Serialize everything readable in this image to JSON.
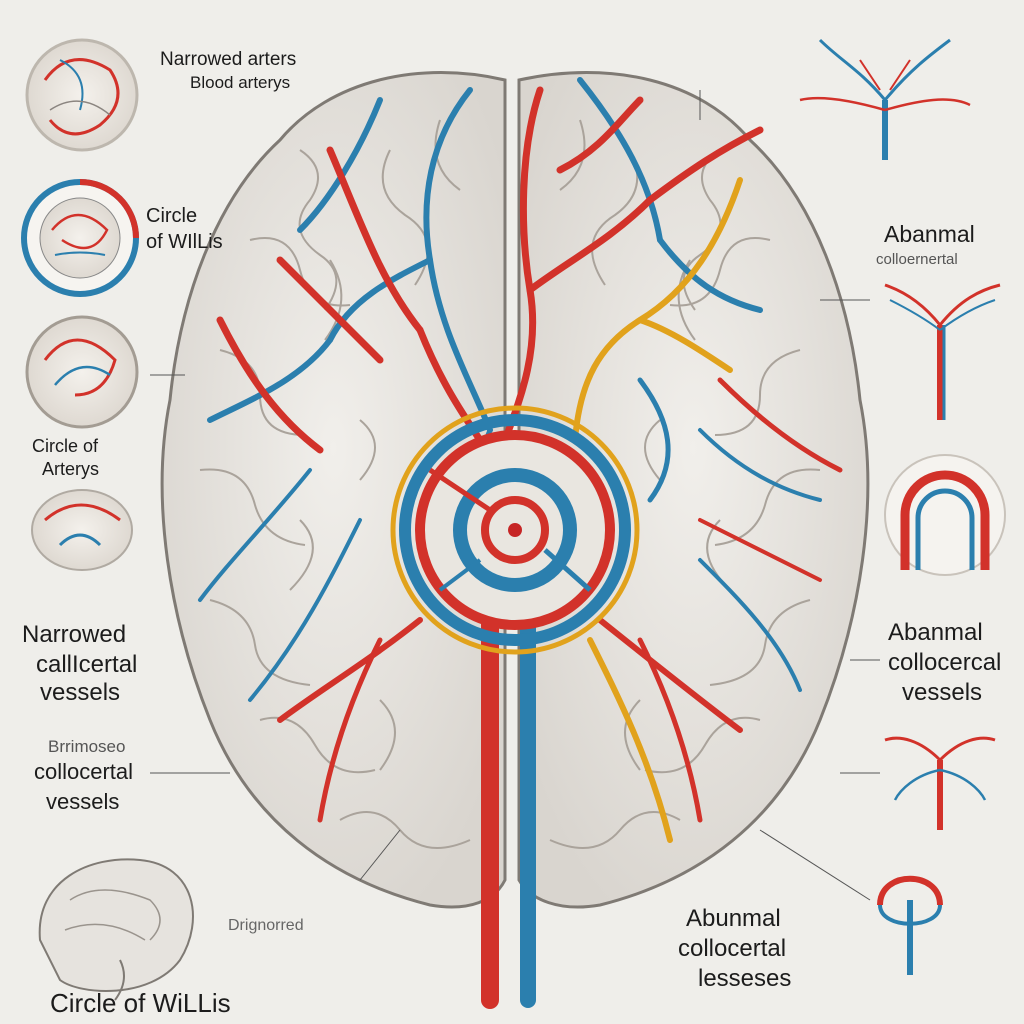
{
  "colors": {
    "background": "#efeeea",
    "artery_red": "#d2322a",
    "vein_blue": "#2b7fae",
    "highlight_gold": "#e1a21c",
    "brain_fill": "#e7e4df",
    "brain_stroke": "#7f7a74"
  },
  "labels": {
    "top_left_title": "Narrowed arters",
    "top_left_subtitle": "Blood arterys",
    "circle_of_willis_1_line1": "Circle",
    "circle_of_willis_1_line2": "of WIlLis",
    "circle_of_arterys_line1": "Circle of",
    "circle_of_arterys_line2": "Arterys",
    "narrowed_collateral_line1": "Narrowed",
    "narrowed_collateral_line2": "callIcertal",
    "narrowed_collateral_line3": "vessels",
    "collateral_left_line1": "Brrimoseo",
    "collateral_left_line2": "collocertal",
    "collateral_left_line3": "vessels",
    "circle_of_willis_bottom": "Circle of WiLLis",
    "disgnorred": "Drignorred",
    "abnormal_collateral_top_line1": "Abanmal",
    "abnormal_collateral_top_line2": "colloernertal",
    "abnormal_collateral_mid_line1": "Abanmal",
    "abnormal_collateral_mid_line2": "collocercal",
    "abnormal_collateral_mid_line3": "vessels",
    "abnormal_collateral_bottom_line1": "Abunmal",
    "abnormal_collateral_bottom_line2": "collocertal",
    "abnormal_collateral_bottom_line3": "lesseses"
  },
  "icons": [
    "brain-vessel-circle-icon",
    "circle-of-willis-inset-icon",
    "artery-branch-icon",
    "artery-arch-icon",
    "brain-lateral-icon"
  ]
}
